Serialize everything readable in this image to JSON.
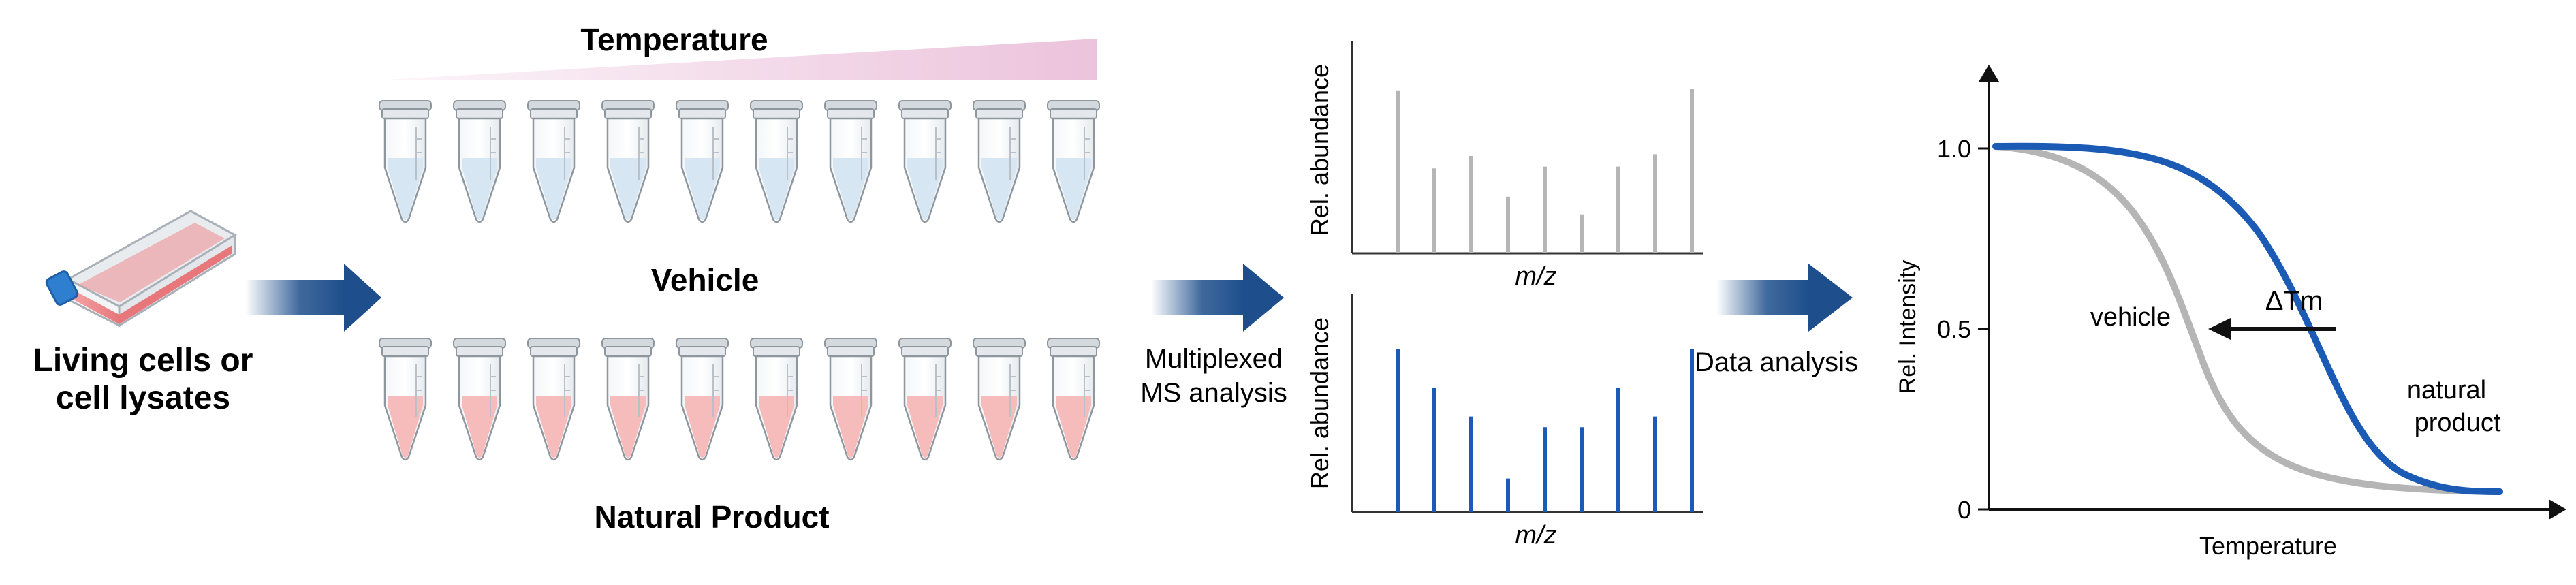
{
  "source": {
    "line1": "Living cells or",
    "line2": "cell lysates"
  },
  "tubes": {
    "temperature_label": "Temperature",
    "vehicle_label": "Vehicle",
    "natural_product_label": "Natural Product",
    "count_per_row": 10
  },
  "ms": {
    "step_line1": "Multiplexed",
    "step_line2": "MS analysis"
  },
  "analysis": {
    "step_label": "Data analysis"
  },
  "spectra": {
    "ylabel": "Rel. abundance",
    "xlabel": "m/z",
    "vehicle_peaks": [
      0.92,
      0.48,
      0.55,
      0.32,
      0.49,
      0.22,
      0.49,
      0.56,
      0.93
    ],
    "natural_product_peaks": [
      0.92,
      0.7,
      0.54,
      0.19,
      0.48,
      0.48,
      0.7,
      0.54,
      0.92
    ]
  },
  "melt_curve": {
    "ylabel": "Rel. Intensity",
    "xlabel": "Temperature",
    "yticks": [
      "1.0",
      "0.5",
      "0"
    ],
    "vehicle_label": "vehicle",
    "np_label_line1": "natural",
    "np_label_line2": "product",
    "shift_label": "ΔTm"
  },
  "colors": {
    "arrow": "#1e4f8c",
    "blue_curve": "#1c5bb5",
    "grey": "#b5b5b5",
    "vehicle_liquid": "#d6e6f3",
    "np_liquid": "#f6bcbc",
    "gradient_pink": "#ecc3dc",
    "flask_fill": "#ee8d90",
    "cap_blue": "#2f7fd0"
  }
}
